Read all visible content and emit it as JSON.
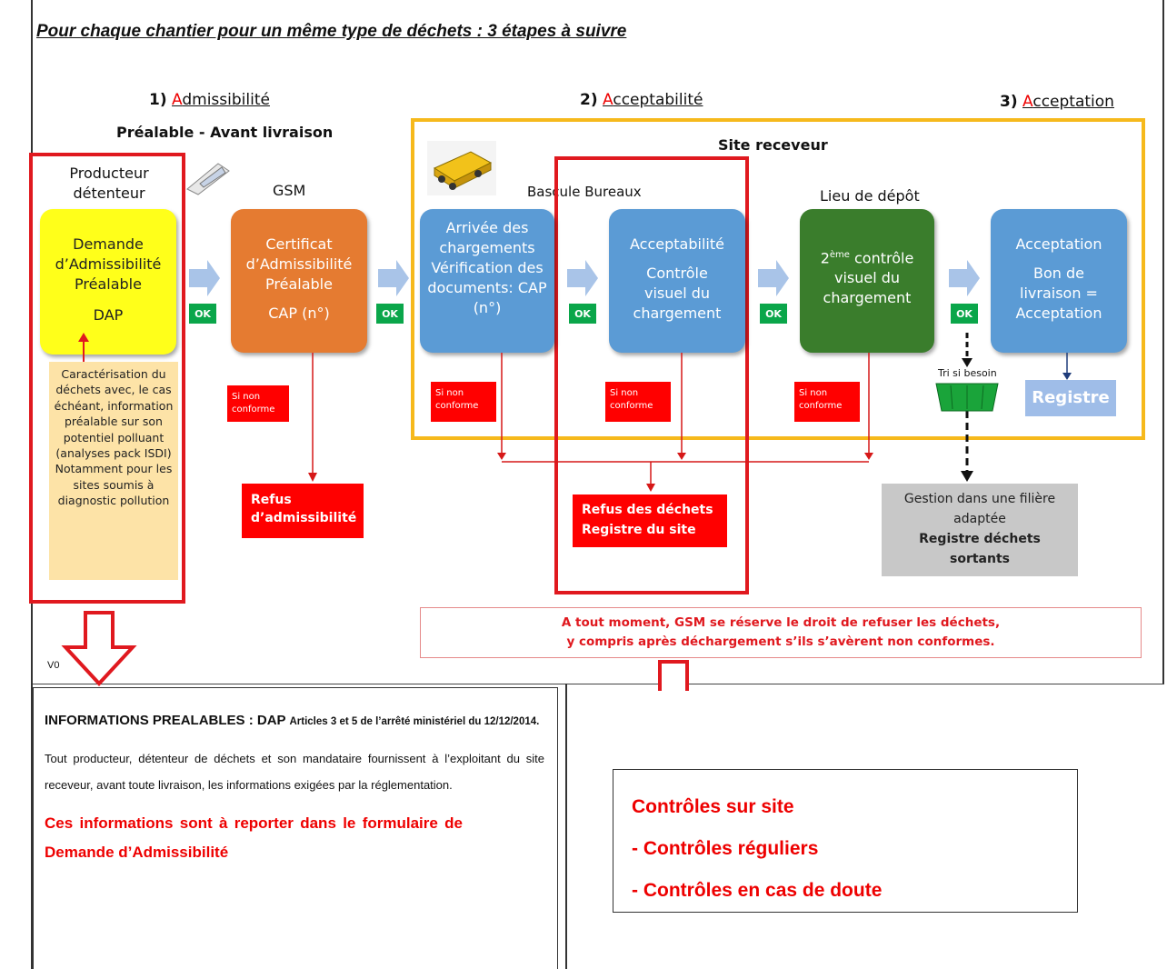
{
  "header": {
    "title": "Pour chaque chantier pour un même type de déchets : 3 étapes à suivre"
  },
  "steps": [
    {
      "num": "1)",
      "initial": "A",
      "rest": "dmissibilité"
    },
    {
      "num": "2)",
      "initial": "A",
      "rest": "cceptabilité"
    },
    {
      "num": "3)",
      "initial": "A",
      "rest": "cceptation"
    }
  ],
  "subtitle": "Préalable - Avant livraison",
  "site_receveur": "Site receveur",
  "producer_label": "Producteur détenteur",
  "gsm_label": "GSM",
  "bascule_label": "Bascule Bureaux",
  "lieu_label": "Lieu de dépôt",
  "boxes": {
    "dap": {
      "line1": "Demande d’Admissibilité Préalable",
      "line2": "DAP"
    },
    "cap": {
      "line1": "Certificat d’Admissibilité Préalable",
      "line2": "CAP (n°)"
    },
    "arrivee": {
      "line1": "Arrivée des chargements Vérification des documents: CAP (n°)"
    },
    "acceptabilite": {
      "line1": "Acceptabilité",
      "line2": "Contrôle visuel du chargement"
    },
    "controle2": {
      "sup": "ème",
      "line1a": "2",
      "line1b": " contrôle visuel du chargement"
    },
    "acceptation": {
      "line1": "Acceptation",
      "line2": "Bon de livraison = Acceptation"
    }
  },
  "ok_label": "OK",
  "nonconforme": "Si non conforme",
  "caracterisation": "Caractérisation du déchets avec, le cas échéant, information préalable sur son potentiel polluant (analyses pack ISDI) Notamment pour les sites soumis à diagnostic pollution",
  "refus_admissibilite": "Refus d’admissibilité",
  "refus_dechets": {
    "line1": "Refus des déchets",
    "line2": "Registre du site"
  },
  "tri": "Tri si besoin",
  "registre": "Registre",
  "gestion": {
    "line1": "Gestion dans une filière adaptée",
    "line2": "Registre déchets sortants"
  },
  "gsm_notice": {
    "line1": "A tout moment, GSM se réserve le droit de refuser les déchets,",
    "line2": "y compris après déchargement s’ils s’avèrent non conformes."
  },
  "version": "V0",
  "info_box": {
    "title_main": "INFORMATIONS PREALABLES : DAP",
    "title_small": "Articles 3 et 5 de l’arrêté ministériel du 12/12/2014.",
    "body": "Tout producteur, détenteur de déchets et son mandataire fournissent à l’exploitant du site receveur, avant toute livraison, les informations exigées par la réglementation.",
    "highlight": "Ces informations sont à reporter dans le formulaire de Demande d’Admissibilité"
  },
  "controls_box": {
    "title": "Contrôles sur site",
    "item1": "- Contrôles réguliers",
    "item2": "- Contrôles en cas de doute"
  },
  "colors": {
    "yellow": "#ffff1a",
    "orange": "#e57b31",
    "blue": "#5b9bd5",
    "green": "#3a7d2c",
    "ok_green": "#0aa64a",
    "red": "#ff0000",
    "frame_orange": "#f6b91c",
    "beige": "#fde3a7",
    "registre_blue": "#9fbde8",
    "grey": "#c8c8c8"
  }
}
